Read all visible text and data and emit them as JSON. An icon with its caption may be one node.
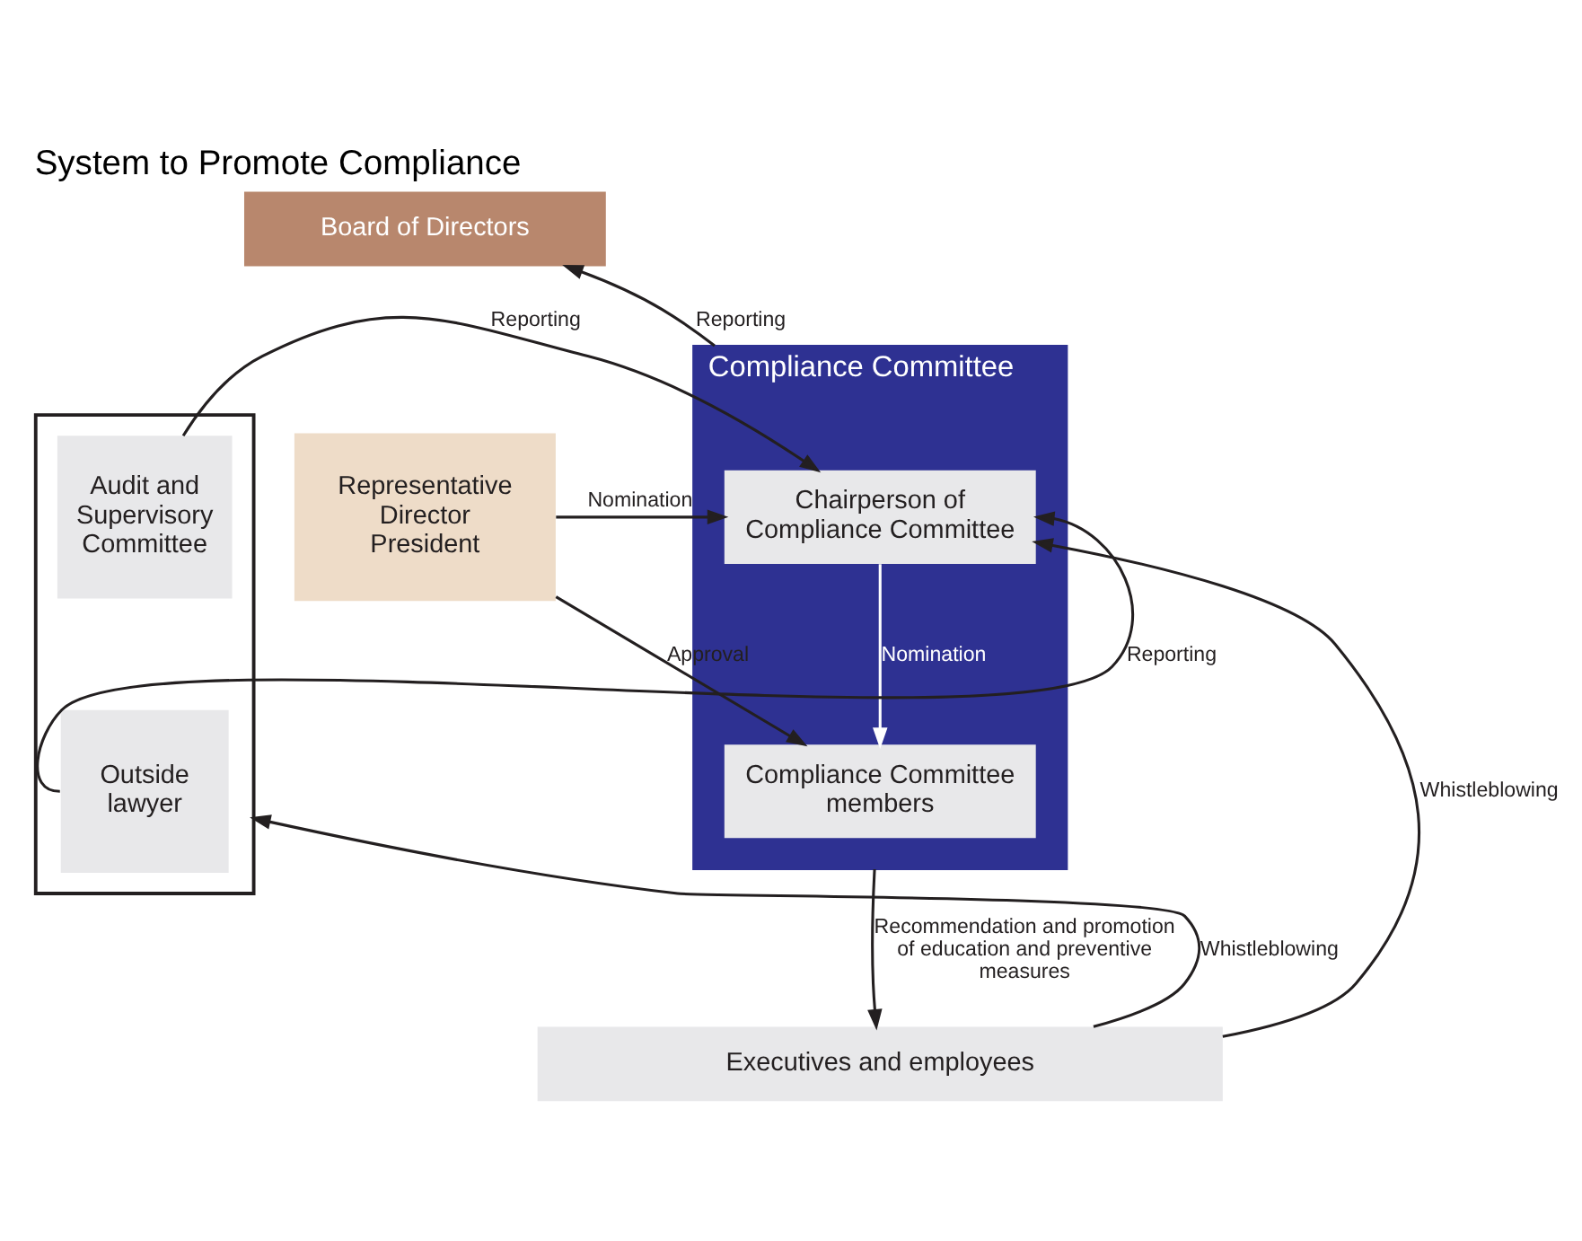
{
  "diagram": {
    "title": "System to Promote Compliance",
    "nodes": [
      {
        "text": [
          "Board of Directors"
        ]
      },
      {
        "text": [
          "Compliance Committee"
        ]
      },
      {
        "text": [
          "Chairperson of Compliance Committee"
        ],
        "in": 1
      },
      {
        "text": [
          "Compliance Committee members"
        ],
        "in": 1
      },
      {
        "text": [
          "Representative Director President"
        ]
      },
      {
        "text": [],
        "shape": "box"
      },
      {
        "text": [
          "Audit and Supervisory Committee"
        ],
        "in": 5
      },
      {
        "text": [
          "Outside lawyer"
        ],
        "in": 5
      },
      {
        "text": [
          "Executives and employees"
        ]
      }
    ],
    "edges": [
      {
        "from": 1,
        "to": 0,
        "arrow": "to",
        "label": "Reporting"
      },
      {
        "from": 4,
        "to": 2,
        "arrow": "to",
        "label": "Nomination"
      },
      {
        "from": 4,
        "to": 3,
        "arrow": "to",
        "label": "Approval"
      },
      {
        "from": 2,
        "to": 3,
        "arrow": "to",
        "label": "Nomination",
        "color": "#ffffff"
      },
      {
        "from": 6,
        "to": 2,
        "arrow": "to",
        "label": "Reporting"
      },
      {
        "from": 7,
        "to": 2,
        "arrow": "to",
        "label": "Reporting"
      },
      {
        "from": 1,
        "to": 8,
        "arrow": "to",
        "label": "Recommendation and promotion of education and preventive measures"
      },
      {
        "from": 8,
        "to": 2,
        "arrow": "to",
        "label": "Whistleblowing"
      },
      {
        "from": 8,
        "to": 5,
        "arrow": "to",
        "label": "Whistleblowing"
      }
    ]
  }
}
